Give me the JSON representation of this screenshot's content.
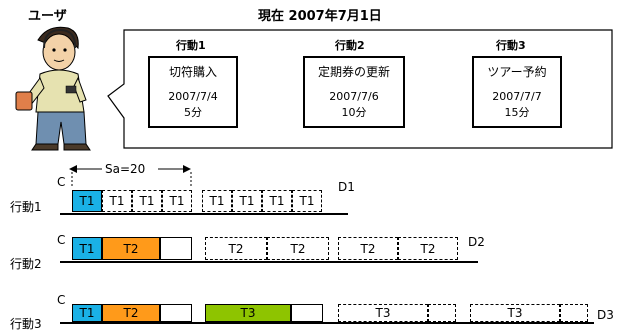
{
  "header": {
    "user_label": "ユーザ",
    "date_label": "現在  2007年7月1日"
  },
  "actions": [
    {
      "heading": "行動1",
      "task": "切符購入",
      "date": "2007/7/4",
      "time": "5分"
    },
    {
      "heading": "行動2",
      "task": "定期券の更新",
      "date": "2007/7/6",
      "time": "10分"
    },
    {
      "heading": "行動3",
      "task": "ツアー予約",
      "date": "2007/7/7",
      "time": "15分"
    }
  ],
  "timeline": {
    "sa_label": "Sa=20",
    "c_label": "C",
    "rows": [
      {
        "label": "行動1",
        "deadline": "D1",
        "cell": "T1"
      },
      {
        "label": "行動2",
        "deadline": "D2",
        "first": "T1",
        "cell": "T2"
      },
      {
        "label": "行動3",
        "deadline": "D3",
        "first": "T1",
        "second": "T2",
        "cell": "T3"
      }
    ]
  },
  "colors": {
    "t1": "#1ab1e6",
    "t2": "#ff9a1a",
    "t3": "#8ec400"
  }
}
